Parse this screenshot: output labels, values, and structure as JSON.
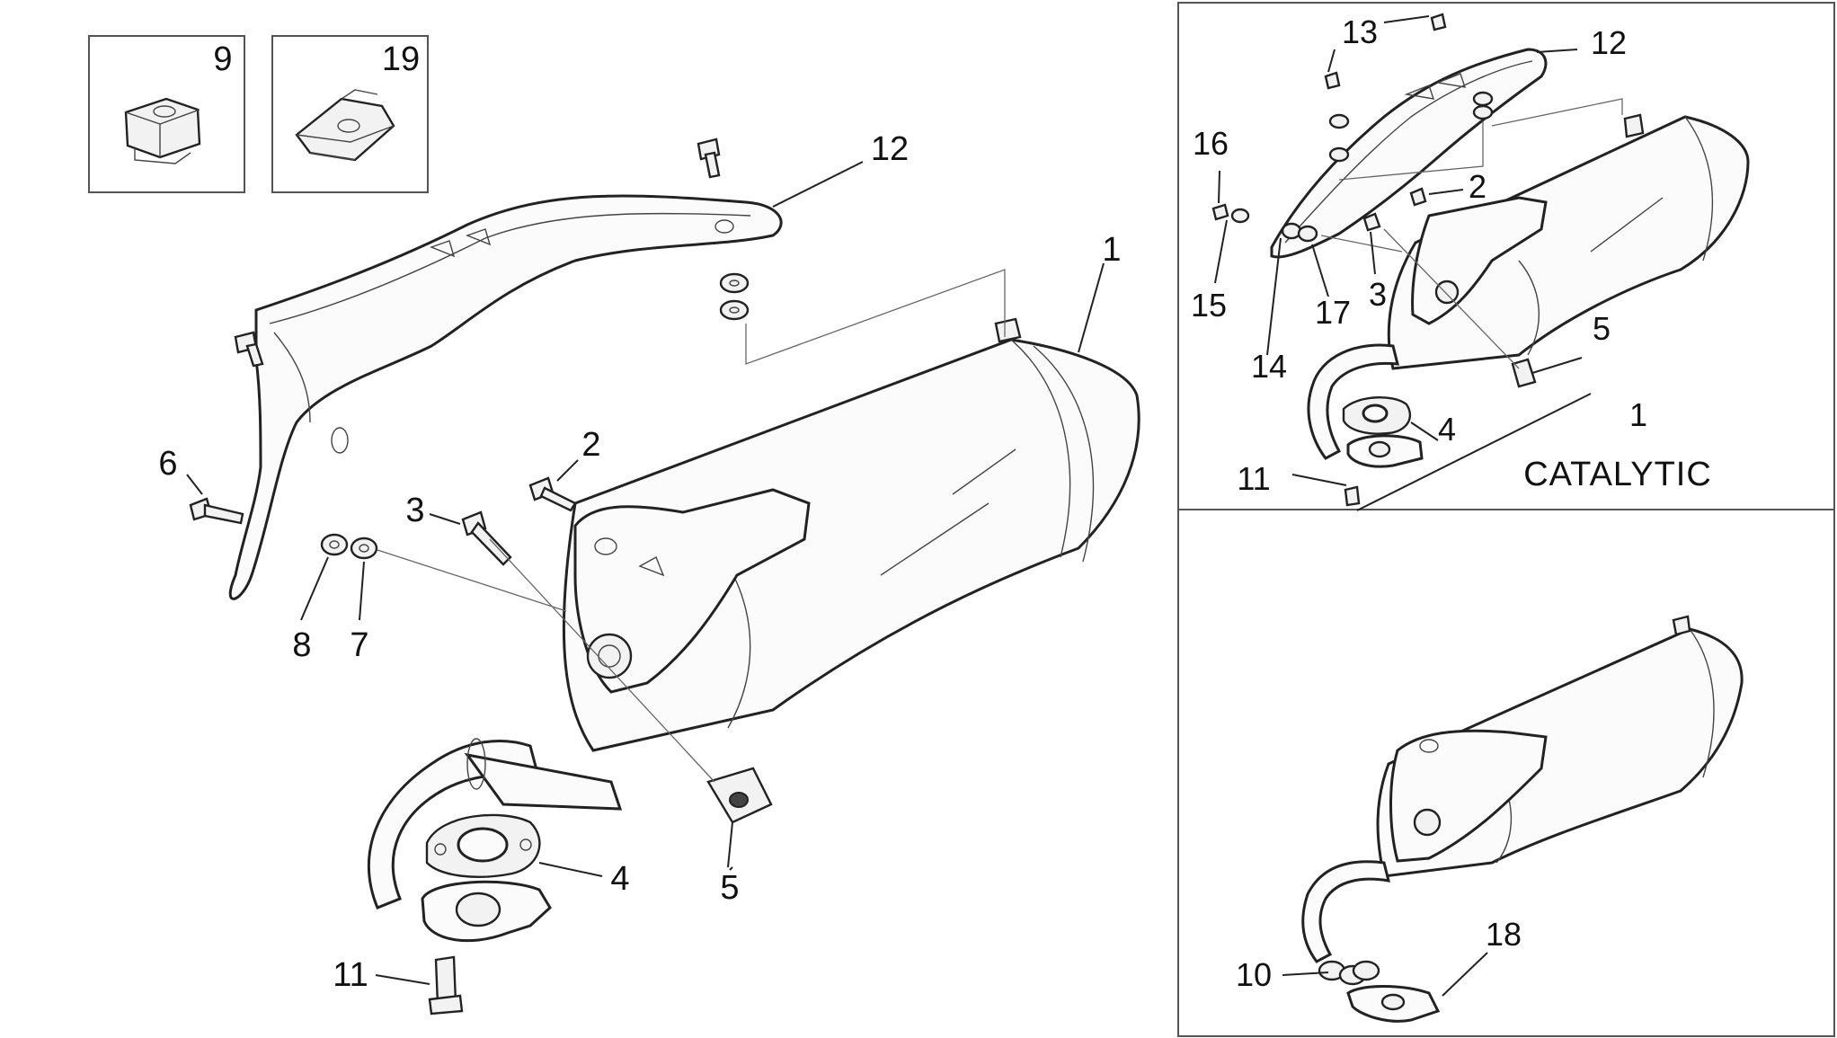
{
  "inset_labels": {
    "clip_nut": "9",
    "spring_clip": "19"
  },
  "main_labels": {
    "silencer": "1",
    "screw_2": "2",
    "screw_3": "3",
    "gasket": "4",
    "rubber_bush": "5",
    "screw_6": "6",
    "washer_7": "7",
    "washer_8": "8",
    "screw_11": "11",
    "heat_shield": "12"
  },
  "catalytic_labels": {
    "silencer": "1",
    "screw_2": "2",
    "screw_3": "3",
    "gasket": "4",
    "rubber_bush": "5",
    "screw_11": "11",
    "heat_shield": "12",
    "screw_13": "13",
    "washer_14": "14",
    "washer_15": "15",
    "screw_16": "16",
    "washer_17": "17",
    "caption": "CATALYTIC"
  },
  "alt_labels": {
    "gasket_10": "10",
    "flange_18": "18"
  }
}
